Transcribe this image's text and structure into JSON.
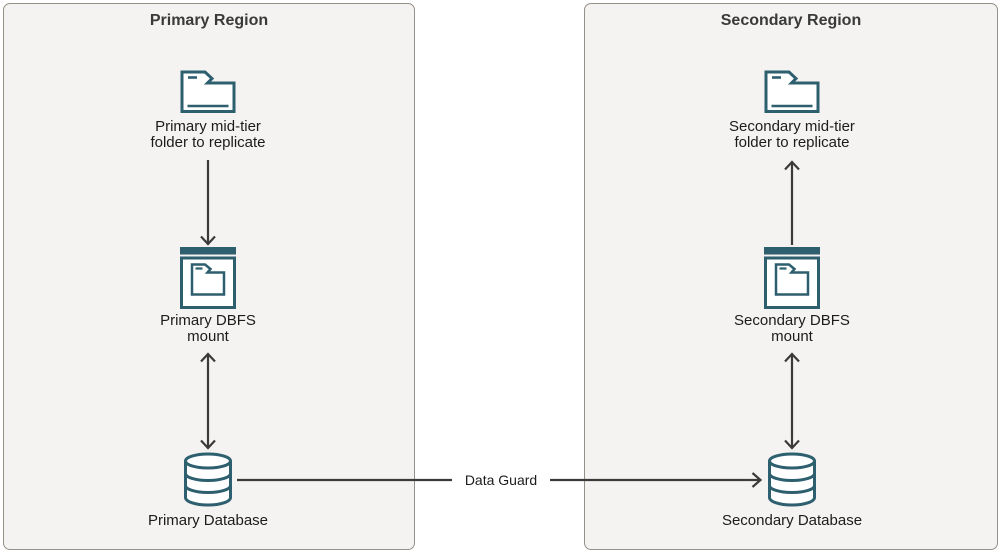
{
  "colors": {
    "region_fill": "#f4f3f1",
    "region_border": "#96908a",
    "icon_stroke": "#2d5f6e",
    "arrow": "#3a3a3a",
    "title_text": "#3a3a3a",
    "label_text": "#1c1c1c"
  },
  "regions": [
    {
      "title": "Primary Region",
      "folder": {
        "icon": "folder-icon",
        "label_line1": "Primary mid-tier",
        "label_line2": "folder to replicate"
      },
      "dbfs": {
        "icon": "window-folder-icon",
        "label_line1": "Primary DBFS",
        "label_line2": "mount"
      },
      "database": {
        "icon": "database-icon",
        "label": "Primary Database"
      }
    },
    {
      "title": "Secondary Region",
      "folder": {
        "icon": "folder-icon",
        "label_line1": "Secondary mid-tier",
        "label_line2": "folder to replicate"
      },
      "dbfs": {
        "icon": "window-folder-icon",
        "label_line1": "Secondary DBFS",
        "label_line2": "mount"
      },
      "database": {
        "icon": "database-icon",
        "label": "Secondary Database"
      }
    }
  ],
  "connectors": {
    "data_guard_label": "Data Guard",
    "primary_folder_to_dbfs": "arrow-down",
    "primary_dbfs_database": "arrow-both-ends",
    "secondary_dbfs_to_folder": "arrow-up",
    "secondary_dbfs_database": "arrow-both-ends",
    "primary_db_to_secondary_db": "arrow-right"
  }
}
